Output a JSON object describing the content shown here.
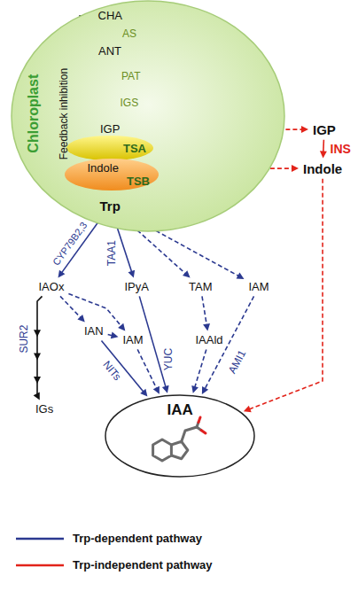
{
  "diagram": {
    "nodes": [
      {
        "text": [
          "Chloroplast"
        ]
      },
      {
        "text": [
          "CHA"
        ],
        "in": 0
      },
      {
        "text": [
          "ANT"
        ],
        "in": 0
      },
      {
        "text": [
          "IGP"
        ],
        "in": 0
      },
      {
        "text": [
          "TSA"
        ],
        "in": 0
      },
      {
        "text": [
          "TSB"
        ],
        "in": 0
      },
      {
        "text": [
          "Indole"
        ],
        "in": 5
      },
      {
        "text": [
          "Trp"
        ],
        "in": 0
      },
      {
        "text": [
          "IGP"
        ]
      },
      {
        "text": [
          "Indole"
        ]
      },
      {
        "text": [
          "IAOx"
        ]
      },
      {
        "text": [
          "IPyA"
        ]
      },
      {
        "text": [
          "TAM"
        ]
      },
      {
        "text": [
          "IAM"
        ]
      },
      {
        "text": [
          "IAN"
        ]
      },
      {
        "text": [
          "IAM"
        ]
      },
      {
        "text": [
          "IAAld"
        ]
      },
      {
        "text": [
          "IGs"
        ]
      },
      {
        "text": [
          "IAA"
        ]
      }
    ],
    "edges": [
      {
        "from": 1,
        "to": 2,
        "arrow": "to",
        "label": "AS"
      },
      {
        "from": 2,
        "to": 3,
        "arrow": "to",
        "label": "PAT"
      },
      {
        "from": 3,
        "to": 6,
        "arrow": "to"
      },
      {
        "from": 6,
        "to": 7,
        "arrow": "to"
      },
      {
        "from": 7,
        "to": 1,
        "arrow": "to",
        "label": "Feedback inhibition"
      },
      {
        "from": 3,
        "to": 8,
        "arrow": "both"
      },
      {
        "from": 6,
        "to": 9,
        "arrow": "both"
      },
      {
        "from": 8,
        "to": 9,
        "arrow": "to",
        "label": "INS"
      },
      {
        "from": 9,
        "to": 18,
        "arrow": "to"
      },
      {
        "from": 7,
        "to": 10,
        "arrow": "to",
        "label": "CYP79B2,3"
      },
      {
        "from": 7,
        "to": 11,
        "arrow": "to",
        "label": "TAA1"
      },
      {
        "from": 7,
        "to": 12,
        "arrow": "to"
      },
      {
        "from": 7,
        "to": 13,
        "arrow": "to"
      },
      {
        "from": 10,
        "to": 17,
        "arrow": "to",
        "label": "SUR2"
      },
      {
        "from": 10,
        "to": 14,
        "arrow": "to"
      },
      {
        "from": 10,
        "to": 15,
        "arrow": "to"
      },
      {
        "from": 14,
        "to": 15,
        "arrow": "to"
      },
      {
        "from": 14,
        "to": 18,
        "arrow": "to",
        "label": "NITs"
      },
      {
        "from": 15,
        "to": 18,
        "arrow": "to"
      },
      {
        "from": 11,
        "to": 18,
        "arrow": "to",
        "label": "YUC"
      },
      {
        "from": 12,
        "to": 16,
        "arrow": "to"
      },
      {
        "from": 16,
        "to": 18,
        "arrow": "to"
      },
      {
        "from": 13,
        "to": 18,
        "arrow": "to",
        "label": "AMI1"
      }
    ],
    "labels": [
      "IGS"
    ],
    "legend": [
      {
        "text": "Trp-dependent pathway"
      },
      {
        "text": "Trp-independent pathway"
      }
    ]
  }
}
